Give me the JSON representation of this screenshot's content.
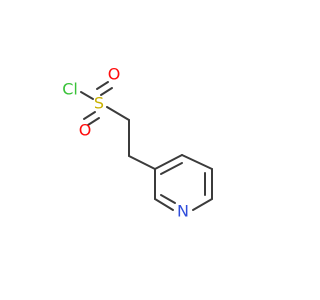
{
  "molecule": {
    "atoms": {
      "chlorine": {
        "label": "Cl",
        "color": "#39c239"
      },
      "sulfur": {
        "label": "S",
        "color": "#c9b100"
      },
      "oxygen_top": {
        "label": "O",
        "color": "#ff0d0d"
      },
      "oxygen_bottom": {
        "label": "O",
        "color": "#ff0d0d"
      },
      "nitrogen": {
        "label": "N",
        "color": "#2f4ddb"
      }
    },
    "bond_color": "#3b3b3b"
  }
}
